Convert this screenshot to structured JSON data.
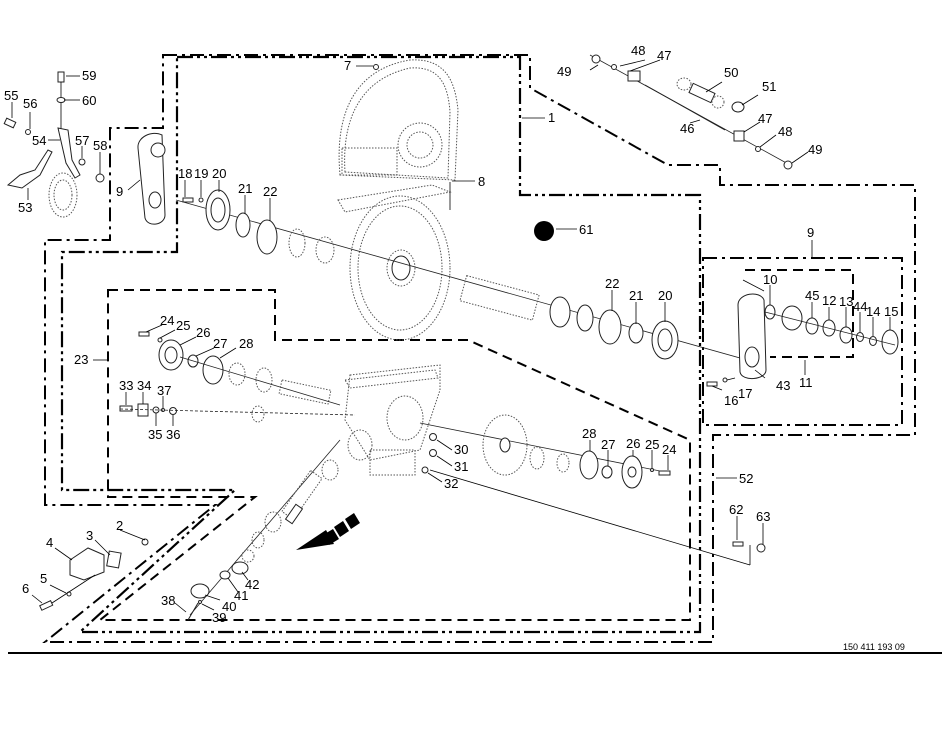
{
  "drawing": {
    "reference_number": "150 411 193 09",
    "arrow_direction": "down-left"
  },
  "callouts": {
    "c1": "1",
    "c2": "2",
    "c3": "3",
    "c4": "4",
    "c5": "5",
    "c6": "6",
    "c7": "7",
    "c8": "8",
    "c9a": "9",
    "c9b": "9",
    "c10": "10",
    "c11": "11",
    "c12": "12",
    "c13": "13",
    "c14": "14",
    "c15": "15",
    "c16": "16",
    "c17": "17",
    "c18": "18",
    "c19": "19",
    "c20a": "20",
    "c20b": "20",
    "c21a": "21",
    "c21b": "21",
    "c22a": "22",
    "c22b": "22",
    "c23": "23",
    "c24a": "24",
    "c24b": "24",
    "c25a": "25",
    "c25b": "25",
    "c26a": "26",
    "c26b": "26",
    "c27a": "27",
    "c27b": "27",
    "c28a": "28",
    "c28b": "28",
    "c30": "30",
    "c31": "31",
    "c32": "32",
    "c33": "33",
    "c34": "34",
    "c35": "35",
    "c36": "36",
    "c37": "37",
    "c38": "38",
    "c39": "39",
    "c40": "40",
    "c41": "41",
    "c42": "42",
    "c43": "43",
    "c44": "44",
    "c45": "45",
    "c46": "46",
    "c47a": "47",
    "c47b": "47",
    "c48a": "48",
    "c48b": "48",
    "c49a": "49",
    "c49b": "49",
    "c50": "50",
    "c51": "51",
    "c52": "52",
    "c53": "53",
    "c54": "54",
    "c55": "55",
    "c56": "56",
    "c57": "57",
    "c58": "58",
    "c59": "59",
    "c60": "60",
    "c61": "61",
    "c62": "62",
    "c63": "63"
  },
  "icons": {
    "marker": "filled-circle-icon",
    "direction": "direction-arrow-icon"
  },
  "colors": {
    "ink": "#000000",
    "background": "#ffffff"
  }
}
